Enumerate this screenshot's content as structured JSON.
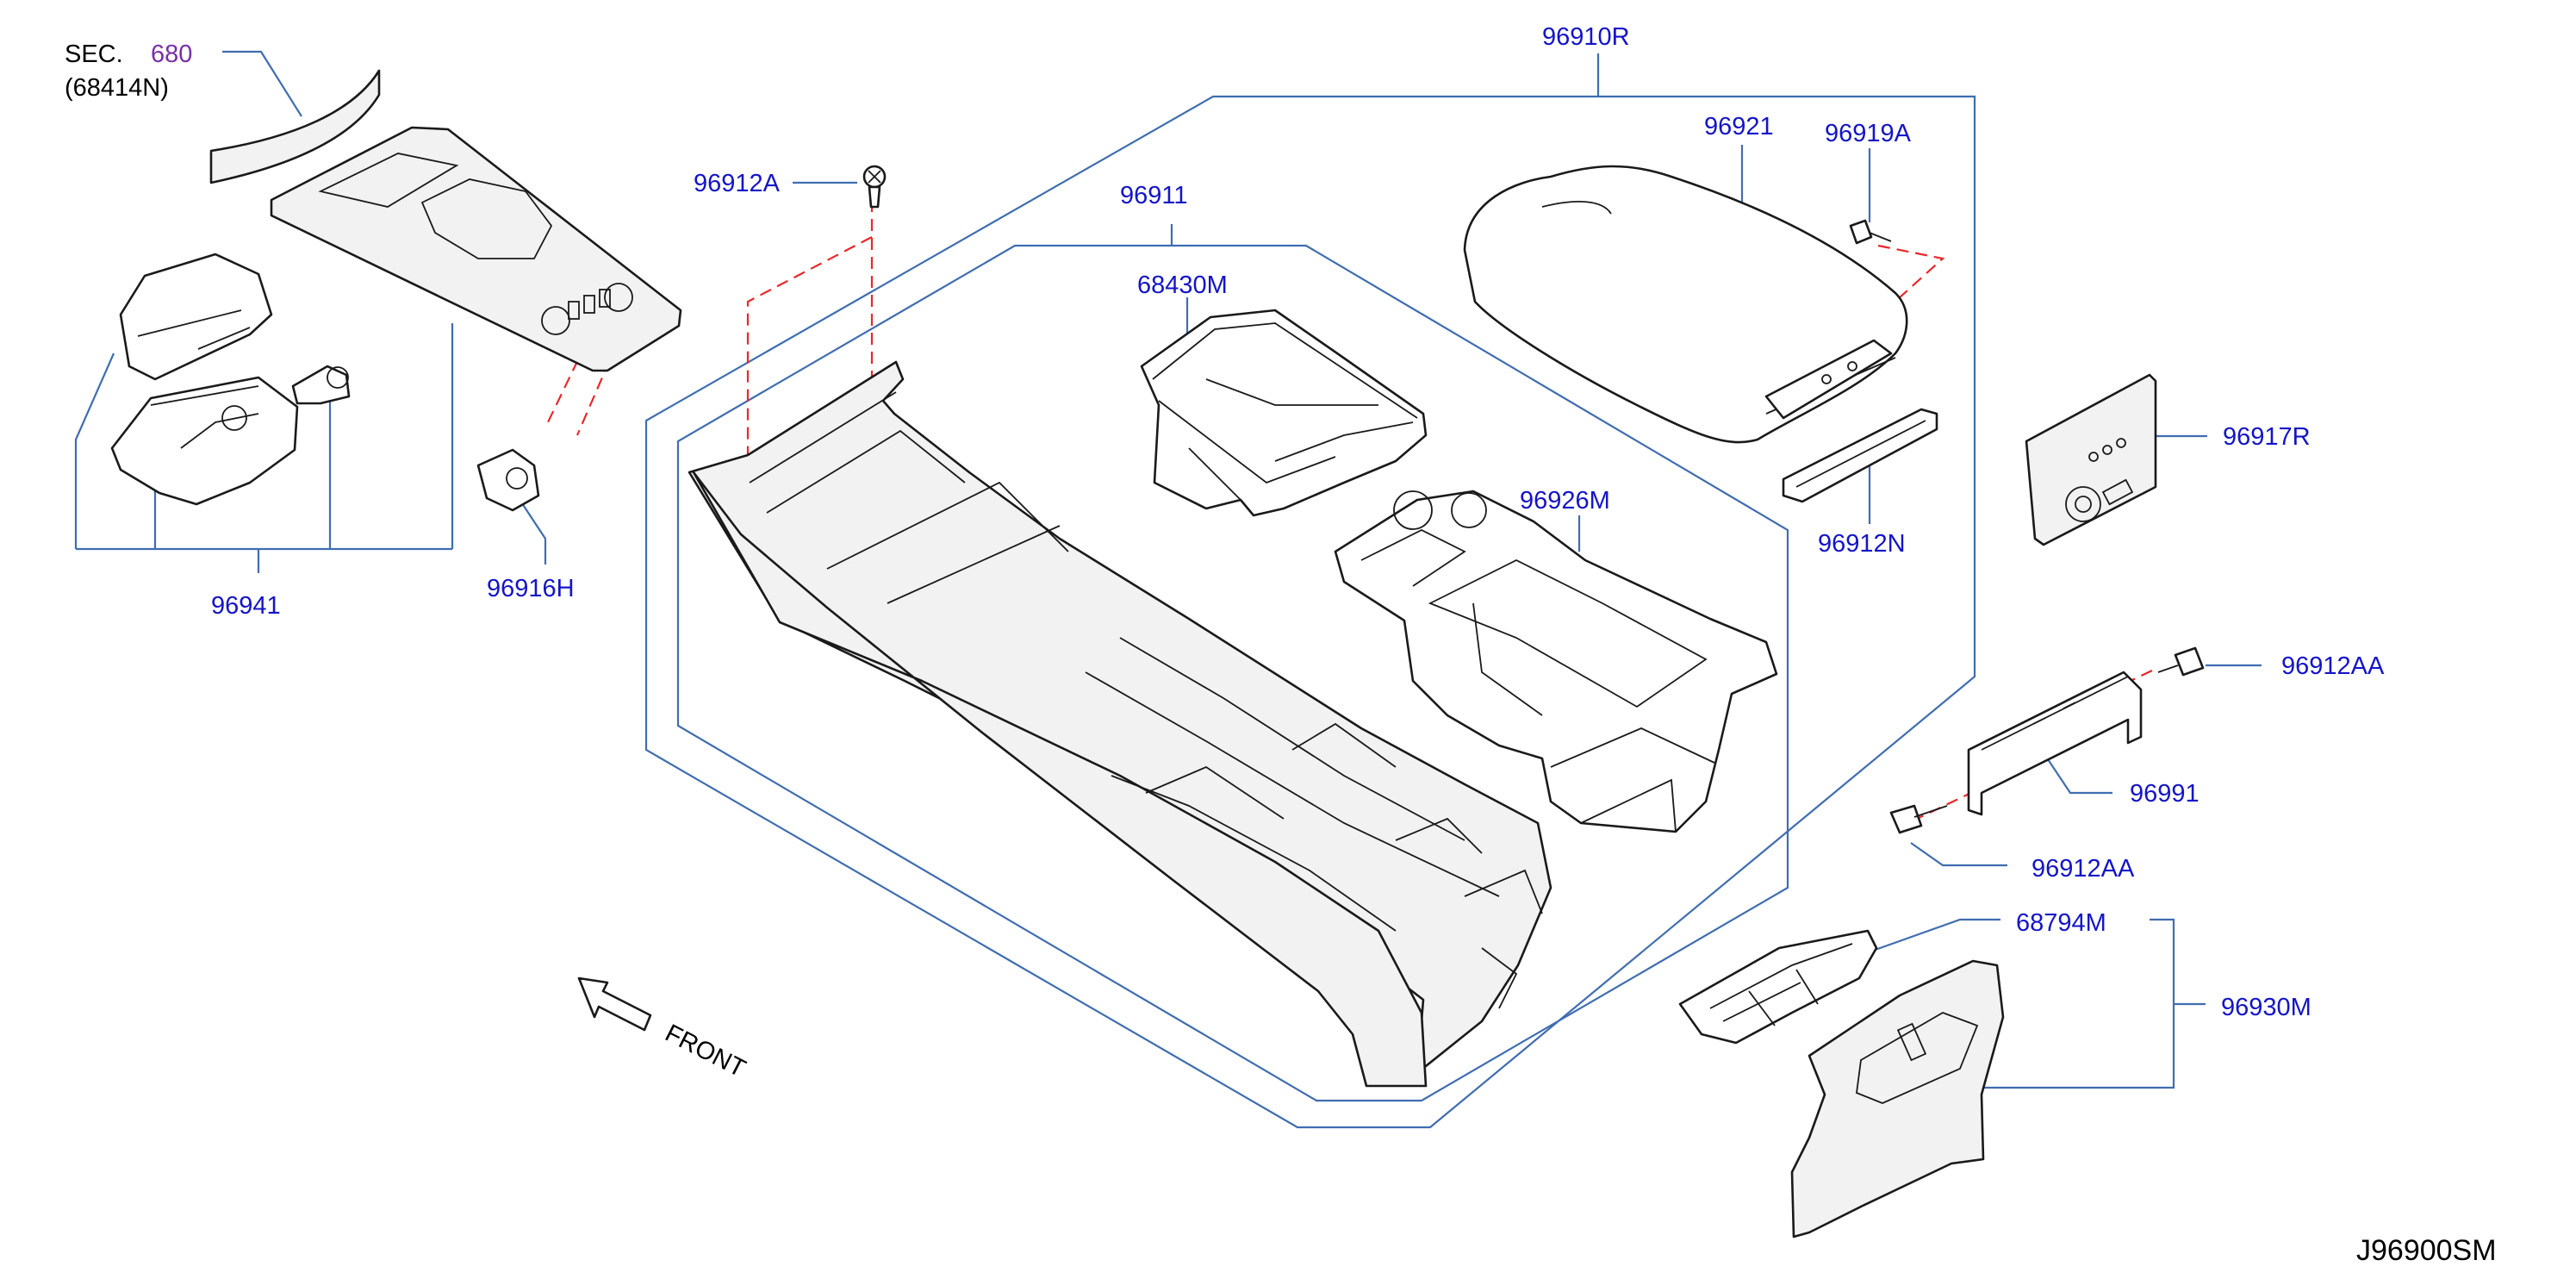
{
  "diagram_code": "J96900SM",
  "front_label": "FRONT",
  "section_ref": {
    "prefix": "SEC.",
    "number": "680",
    "sub": "(68414N)"
  },
  "parts": {
    "p96910R": "96910R",
    "p96921": "96921",
    "p96919A": "96919A",
    "p96912A": "96912A",
    "p96911": "96911",
    "p68430M": "68430M",
    "p96926M": "96926M",
    "p96912N": "96912N",
    "p96917R": "96917R",
    "p96912AA_top": "96912AA",
    "p96991": "96991",
    "p96912AA_bot": "96912AA",
    "p68794M": "68794M",
    "p96930M": "96930M",
    "p96941": "96941",
    "p96916H": "96916H"
  },
  "colors": {
    "label": "#1414c8",
    "leader": "#3f6db0",
    "fastener_dash": "#e8282a",
    "section_number": "#7a2ea8"
  }
}
